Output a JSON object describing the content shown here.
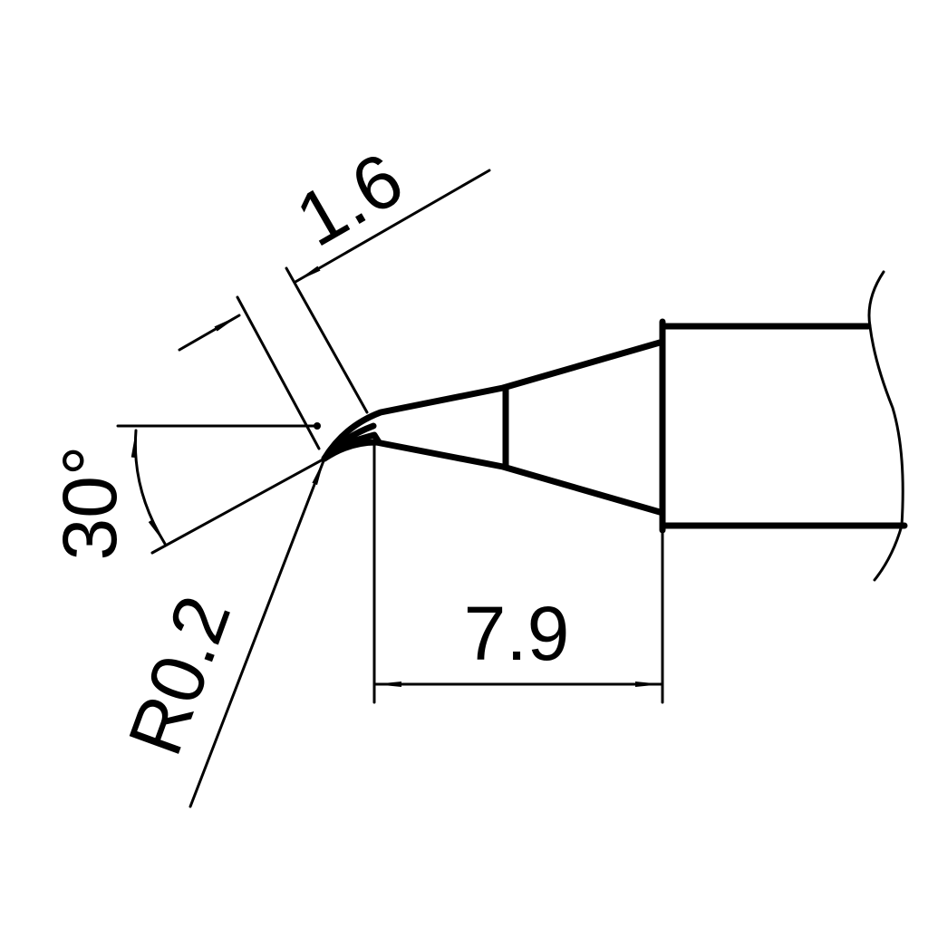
{
  "drawing": {
    "dimension_width": "1.6",
    "dimension_angle": "30°",
    "dimension_radius": "R0.2",
    "dimension_length": "7.9"
  },
  "colors": {
    "line": "#000000",
    "background": "#ffffff"
  }
}
